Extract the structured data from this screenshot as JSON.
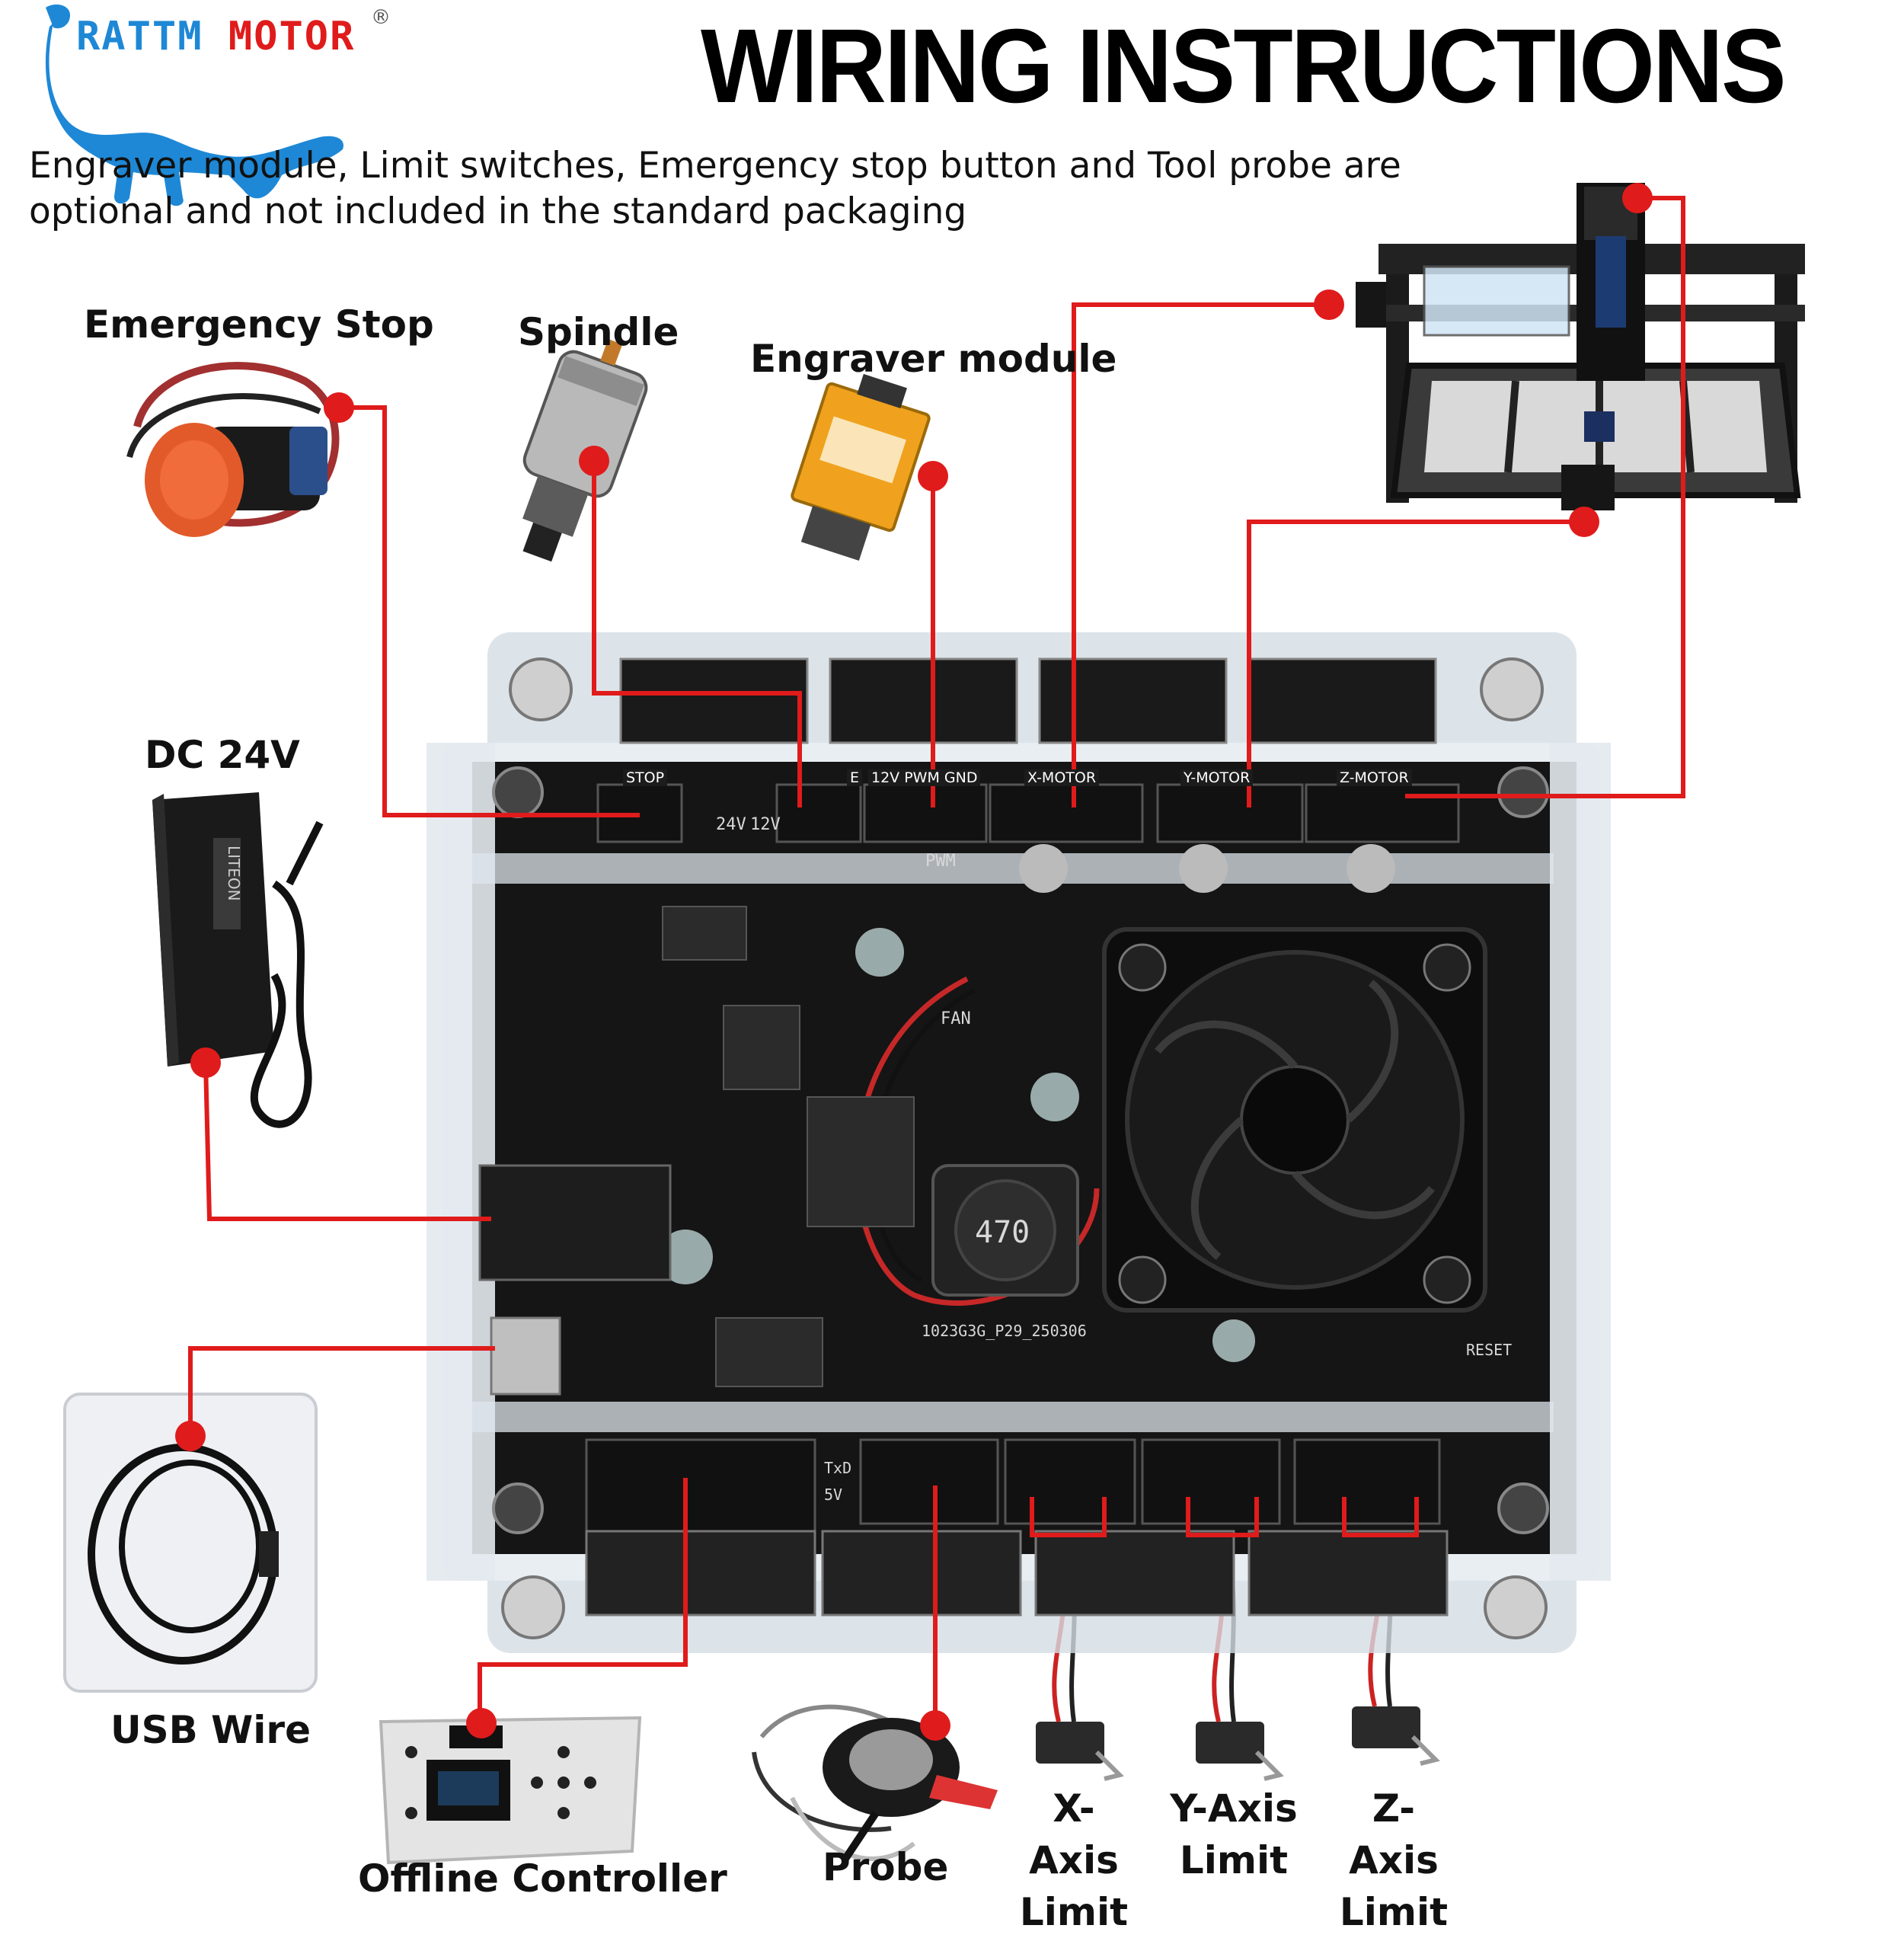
{
  "brand": {
    "part1": "RATTM",
    "part2": "MOTOR",
    "registered": "®",
    "colors": {
      "blue": "#1e88d6",
      "red": "#e01b1b"
    },
    "icon": "dinosaur-logo-icon"
  },
  "title": "WIRING INSTRUCTIONS",
  "note": "Engraver module, Limit switches, Emergency stop button and Tool probe are optional and not included in the standard packaging",
  "accent_color": "#e01b1b",
  "components": {
    "emergency_stop": "Emergency Stop",
    "spindle": "Spindle",
    "engraver": "Engraver module",
    "power": "DC 24V",
    "usb": "USB Wire",
    "offline": "Offline Controller",
    "probe": "Probe",
    "x_limit": {
      "line1": "X-Axis",
      "line2": "Limit"
    },
    "y_limit": {
      "line1": "Y-Axis",
      "line2": "Limit"
    },
    "z_limit": {
      "line1": "Z-Axis",
      "line2": "Limit"
    }
  },
  "board": {
    "connectors": {
      "stop": "STOP",
      "spindle": "E",
      "laser": "12V PWM GND",
      "x_motor": "X-MOTOR",
      "y_motor": "Y-MOTOR",
      "z_motor": "Z-MOTOR"
    },
    "silkscreen": {
      "v24": "24V",
      "v12": "12V",
      "pwm": "PWM",
      "fan": "FAN",
      "inductor": "470",
      "board_id": "1023G3G_P29_250306",
      "reset": "RESET",
      "txd": "TxD",
      "v5": "5V"
    }
  },
  "power_adapter": {
    "brand": "LITEON"
  }
}
